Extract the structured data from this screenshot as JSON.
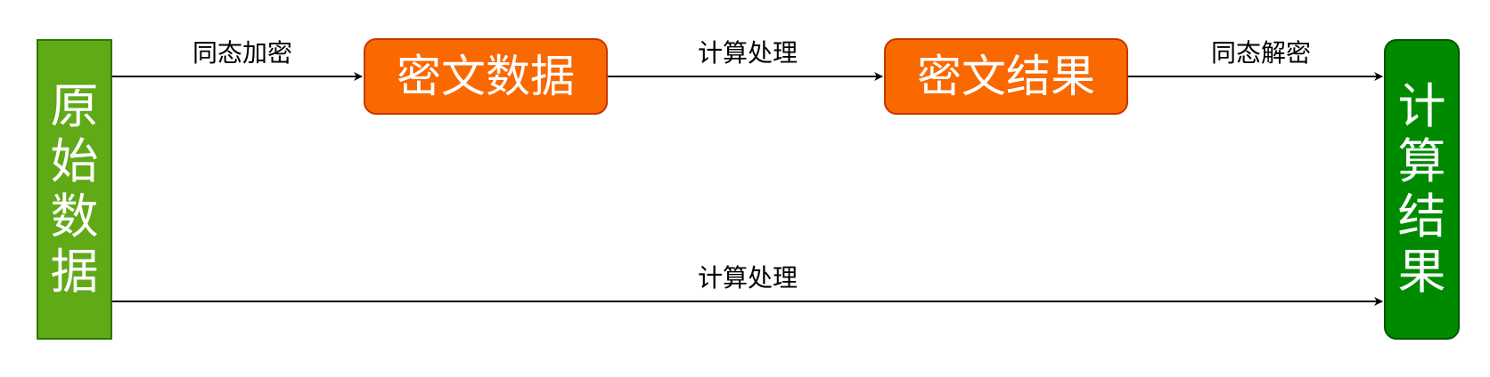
{
  "nodes": {
    "source": "原始数据",
    "cipher_data": "密文数据",
    "cipher_result": "密文结果",
    "target": "计算结果"
  },
  "edges": {
    "encrypt": "同态加密",
    "compute_top": "计算处理",
    "decrypt": "同态解密",
    "compute_bottom": "计算处理"
  },
  "colors": {
    "source_fill": "#60a917",
    "cipher_fill": "#fa6800",
    "target_fill": "#008a00"
  }
}
